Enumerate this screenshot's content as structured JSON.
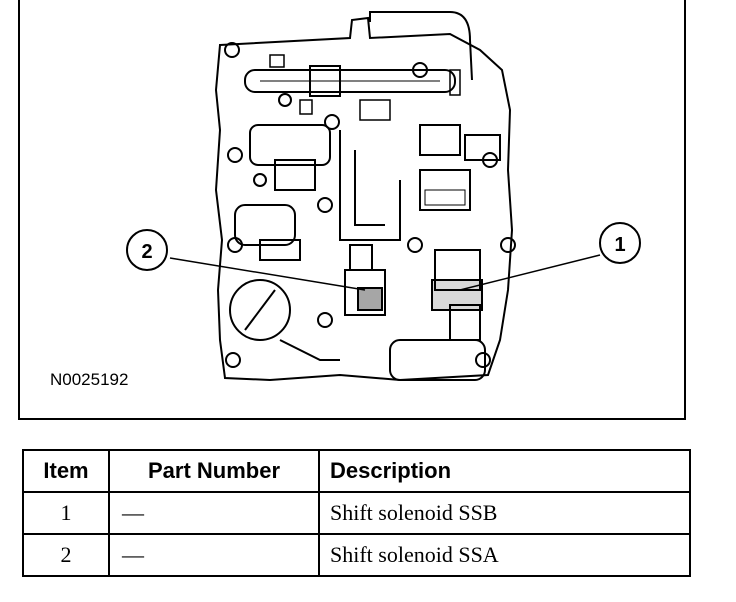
{
  "figure": {
    "figure_id": "N0025192",
    "callouts": [
      "1",
      "2"
    ]
  },
  "parts_table": {
    "headers": {
      "item": "Item",
      "part_number": "Part Number",
      "description": "Description"
    },
    "rows": [
      {
        "item": "1",
        "part_number": "—",
        "description": "Shift solenoid SSB"
      },
      {
        "item": "2",
        "part_number": "—",
        "description": "Shift solenoid SSA"
      }
    ]
  }
}
